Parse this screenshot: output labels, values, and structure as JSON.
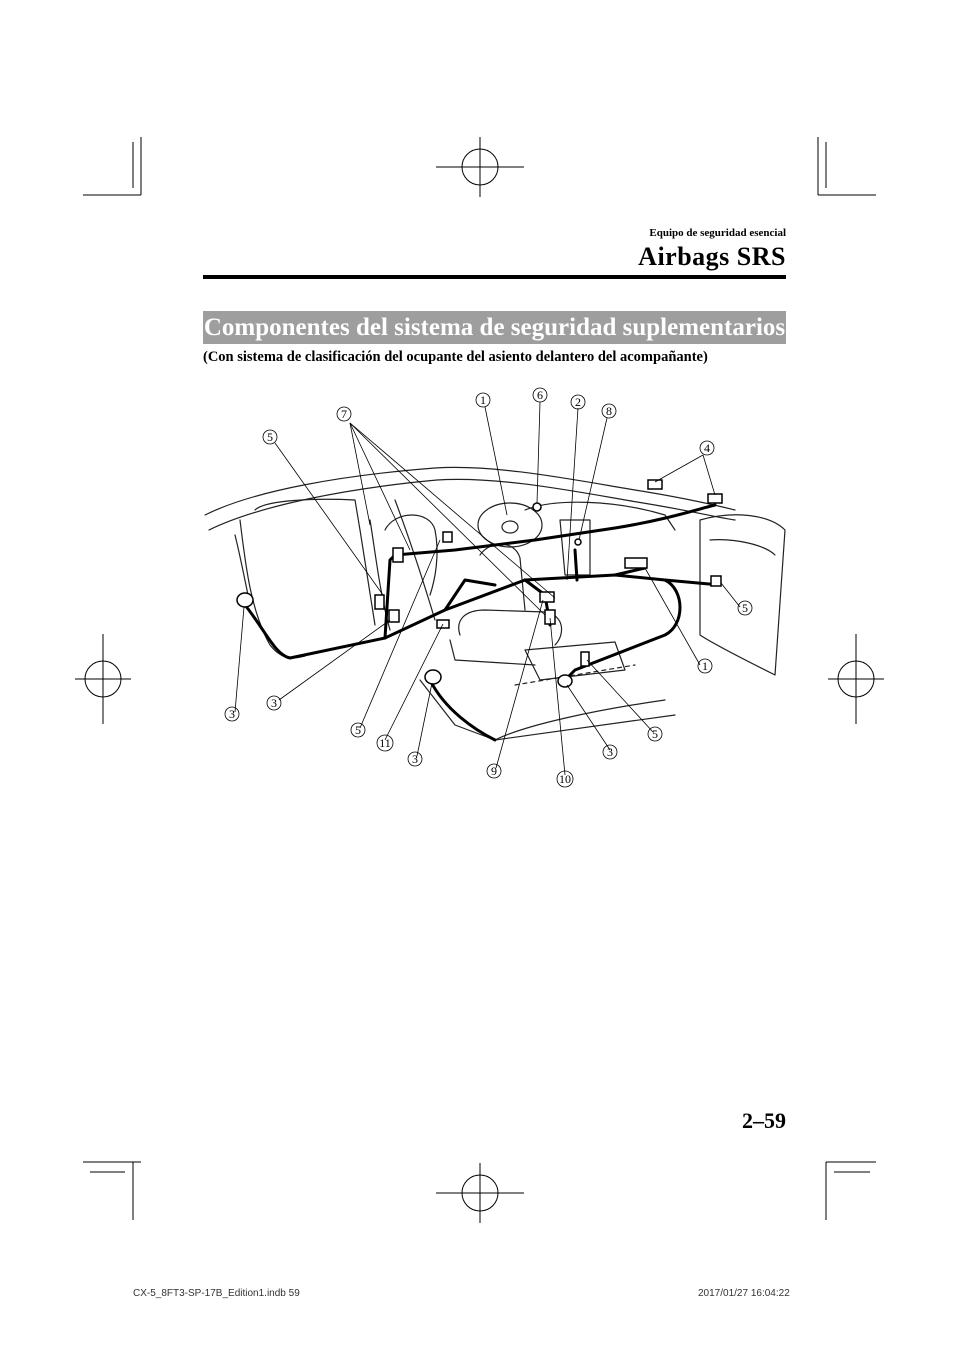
{
  "header": {
    "section": "Equipo de seguridad esencial",
    "chapter": "Airbags SRS"
  },
  "banner_title": "Componentes del sistema de seguridad suplementarios",
  "subtitle": "(Con sistema de clasificación del ocupante del asiento delantero del acompañante)",
  "figure": {
    "callouts": [
      "1",
      "6",
      "2",
      "8",
      "7",
      "5",
      "4",
      "5",
      "1",
      "3",
      "3",
      "5",
      "11",
      "3",
      "9",
      "10",
      "3",
      "5"
    ]
  },
  "page_number": "2–59",
  "footer": {
    "file": "CX-5_8FT3-SP-17B_Edition1.indb   59",
    "timestamp": "2017/01/27   16:04:22"
  }
}
